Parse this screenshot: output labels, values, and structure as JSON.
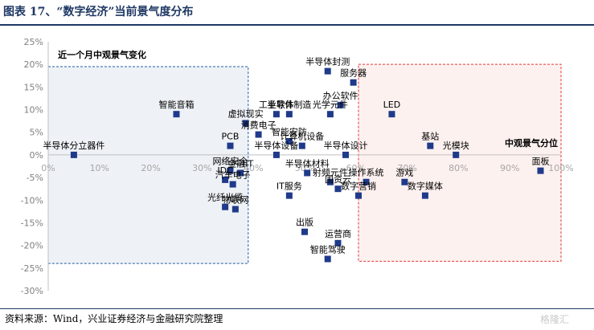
{
  "figure": {
    "title": "图表 17、“数字经济”当前景气度分布",
    "source": "资料来源：Wind，兴业证券经济与金融研究院整理",
    "watermark": "格隆汇"
  },
  "colors": {
    "point": "#1f3a8a",
    "left_box": "#1f5fa8",
    "left_fill": "#eef1f6",
    "right_box": "#e0383a",
    "right_fill": "#fdf1ef",
    "axis_text": "#7f7f7f",
    "title": "#1f3864"
  },
  "chart_data": {
    "type": "scatter",
    "title": "",
    "xlabel": "中观景气分位",
    "ylabel": "",
    "box_label": "近一个月中观景气变化",
    "xlim": [
      0,
      100
    ],
    "ylim": [
      -30,
      25
    ],
    "x_unit": "%",
    "y_unit": "%",
    "x_ticks": [
      "0%",
      "10%",
      "20%",
      "30%",
      "40%",
      "50%",
      "60%",
      "70%",
      "80%",
      "90%",
      "100%"
    ],
    "y_ticks": [
      "25%",
      "20%",
      "15%",
      "10%",
      "5%",
      "0%",
      "-5%",
      "-10%",
      "-15%",
      "-20%",
      "-25%",
      "-30%"
    ],
    "grid": false,
    "regions": [
      {
        "x": [
          0,
          39
        ],
        "y": [
          -24,
          19.5
        ],
        "color": "blue"
      },
      {
        "x": [
          60.5,
          100
        ],
        "y": [
          -23.5,
          20
        ]
      }
    ],
    "points": [
      {
        "label": "半导体封测",
        "x": 54.5,
        "y": 18.5
      },
      {
        "label": "服务器",
        "x": 59.5,
        "y": 16
      },
      {
        "label": "办公软件",
        "x": 57,
        "y": 11
      },
      {
        "label": "智能音箱",
        "x": 25,
        "y": 9
      },
      {
        "label": "工业软件",
        "x": 44.5,
        "y": 9
      },
      {
        "label": "半导体制造",
        "x": 47,
        "y": 9
      },
      {
        "label": "光学元件",
        "x": 55,
        "y": 9
      },
      {
        "label": "LED",
        "x": 67,
        "y": 9
      },
      {
        "label": "虚拟现实",
        "x": 38.5,
        "y": 7
      },
      {
        "label": "消费电子",
        "x": 41,
        "y": 4.5
      },
      {
        "label": "智能安防",
        "x": 47,
        "y": 3
      },
      {
        "label": "计算机设备",
        "x": 49.5,
        "y": 2
      },
      {
        "label": "PCB",
        "x": 35.5,
        "y": 2
      },
      {
        "label": "基站",
        "x": 74.5,
        "y": 2
      },
      {
        "label": "半导体分立器件",
        "x": 5,
        "y": 0
      },
      {
        "label": "半导体设备",
        "x": 44.5,
        "y": 0
      },
      {
        "label": "半导体设计",
        "x": 58,
        "y": 0
      },
      {
        "label": "光模块",
        "x": 79.5,
        "y": 0
      },
      {
        "label": "网络安全",
        "x": 35.5,
        "y": -3.5
      },
      {
        "label": "金融IT",
        "x": 37.5,
        "y": -4
      },
      {
        "label": "半导体材料",
        "x": 50.5,
        "y": -4
      },
      {
        "label": "面板",
        "x": 96,
        "y": -3.5
      },
      {
        "label": "射频元件",
        "x": 55,
        "y": -6
      },
      {
        "label": "操作系统",
        "x": 62,
        "y": -6
      },
      {
        "label": "游戏",
        "x": 69.5,
        "y": -6
      },
      {
        "label": "IDC",
        "x": 34.5,
        "y": -5.5
      },
      {
        "label": "汽车电子",
        "x": 36,
        "y": -6.5
      },
      {
        "label": "国资云",
        "x": 56.5,
        "y": -7.5
      },
      {
        "label": "IT服务",
        "x": 47,
        "y": -9
      },
      {
        "label": "数字营销",
        "x": 60.5,
        "y": -9
      },
      {
        "label": "数字媒体",
        "x": 73.5,
        "y": -9
      },
      {
        "label": "光纤光缆",
        "x": 34.5,
        "y": -11.5
      },
      {
        "label": "物联网",
        "x": 36.5,
        "y": -12
      },
      {
        "label": "出版",
        "x": 50,
        "y": -17
      },
      {
        "label": "运营商",
        "x": 56.5,
        "y": -19.5
      },
      {
        "label": "智能驾驶",
        "x": 54.5,
        "y": -23
      }
    ]
  }
}
